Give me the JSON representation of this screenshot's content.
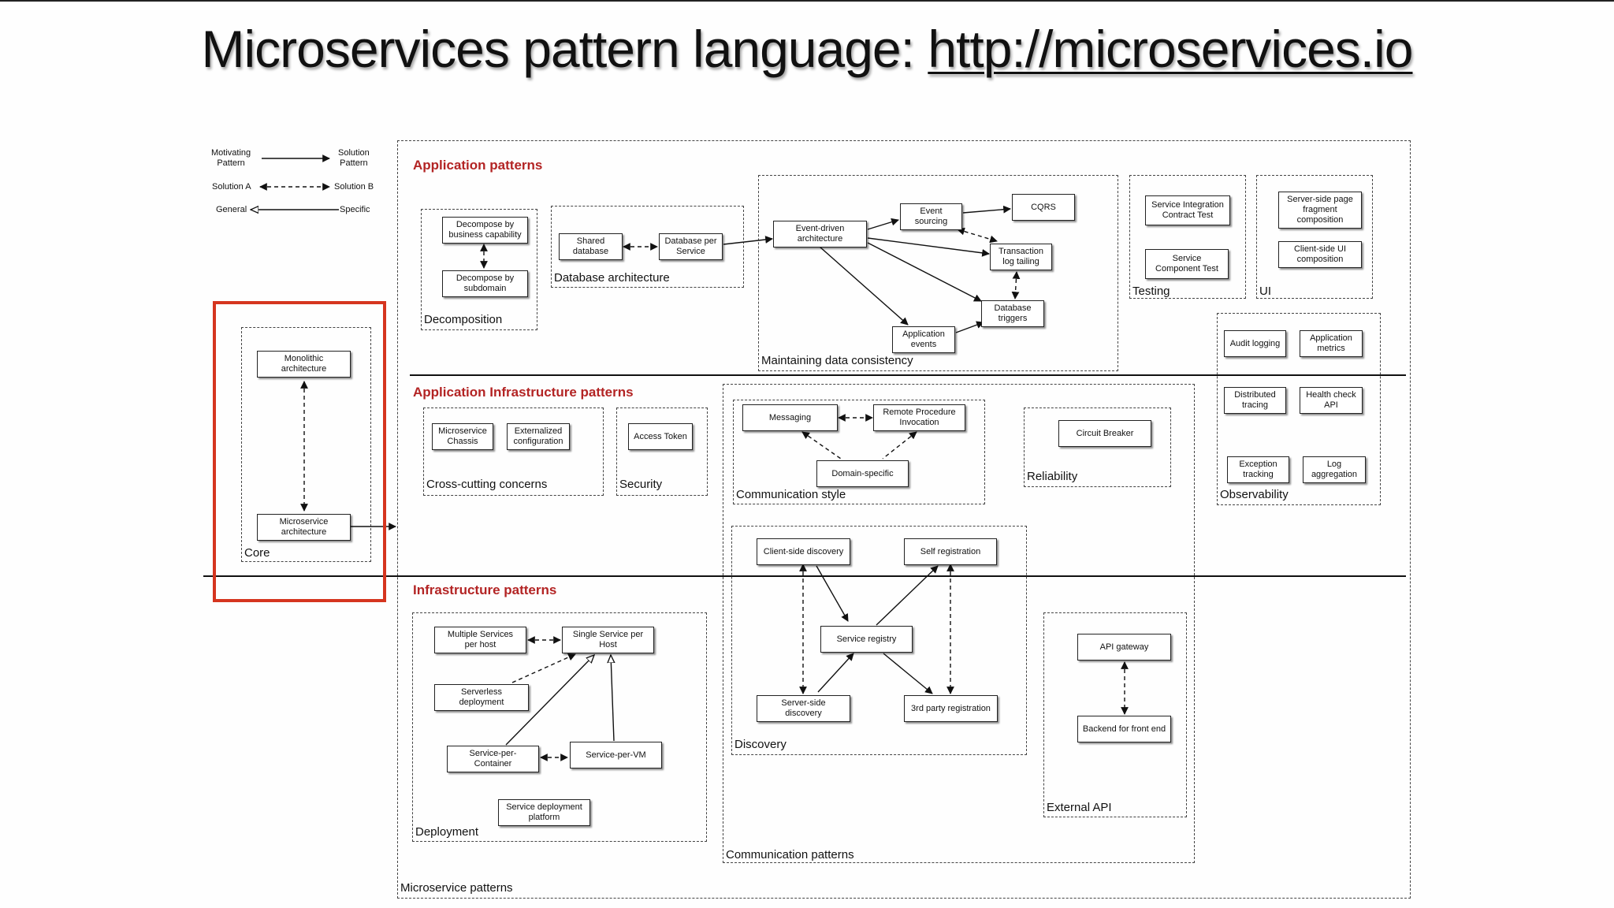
{
  "title": {
    "prefix": "Microservices pattern language: ",
    "link": "http://microservices.io"
  },
  "legend": {
    "motivating": "Motivating\nPattern",
    "solution": "Solution\nPattern",
    "solution_a": "Solution A",
    "solution_b": "Solution B",
    "general": "General",
    "specific": "Specific"
  },
  "sections": {
    "application": "Application patterns",
    "app_infra": "Application Infrastructure patterns",
    "infra": "Infrastructure patterns"
  },
  "groups": {
    "core": "Core",
    "microservice_patterns": "Microservice patterns",
    "decomposition": "Decomposition",
    "database_architecture": "Database architecture",
    "data_consistency": "Maintaining data consistency",
    "testing": "Testing",
    "ui": "UI",
    "observability": "Observability",
    "cross_cutting": "Cross-cutting concerns",
    "security": "Security",
    "communication_style": "Communication style",
    "reliability": "Reliability",
    "discovery": "Discovery",
    "external_api": "External API",
    "deployment": "Deployment",
    "communication_patterns": "Communication patterns"
  },
  "patterns": {
    "monolithic": "Monolithic\narchitecture",
    "microservice": "Microservice\narchitecture",
    "decompose_capability": "Decompose by\nbusiness capability",
    "decompose_subdomain": "Decompose by\nsubdomain",
    "shared_db": "Shared\ndatabase",
    "db_per_service": "Database per\nService",
    "event_driven": "Event-driven\narchitecture",
    "event_sourcing": "Event\nsourcing",
    "cqrs": "CQRS",
    "txn_log_tailing": "Transaction\nlog tailing",
    "db_triggers": "Database\ntriggers",
    "app_events": "Application\nevents",
    "contract_test": "Service Integration\nContract Test",
    "component_test": "Service\nComponent Test",
    "server_side_page": "Server-side page\nfragment\ncomposition",
    "client_side_ui": "Client-side  UI\ncomposition",
    "audit_logging": "Audit logging",
    "app_metrics": "Application\nmetrics",
    "distributed_tracing": "Distributed\ntracing",
    "health_check": "Health check\nAPI",
    "exception_tracking": "Exception\ntracking",
    "log_aggregation": "Log\naggregation",
    "chassis": "Microservice\nChassis",
    "externalized_config": "Externalized\nconfiguration",
    "access_token": "Access Token",
    "messaging": "Messaging",
    "rpi": "Remote Procedure\nInvocation",
    "domain_specific": "Domain-specific",
    "circuit_breaker": "Circuit Breaker",
    "client_discovery": "Client-side discovery",
    "self_registration": "Self registration",
    "service_registry": "Service registry",
    "server_discovery": "Server-side\ndiscovery",
    "third_party_reg": "3rd party registration",
    "api_gateway": "API gateway",
    "bff": "Backend for front end",
    "multiple_per_host": "Multiple Services\nper host",
    "single_per_host": "Single Service per\nHost",
    "serverless": "Serverless\ndeployment",
    "per_container": "Service-per-\nContainer",
    "per_vm": "Service-per-VM",
    "deploy_platform": "Service deployment\nplatform"
  },
  "colors": {
    "section_title": "#b32424",
    "highlight": "#d5351f"
  }
}
